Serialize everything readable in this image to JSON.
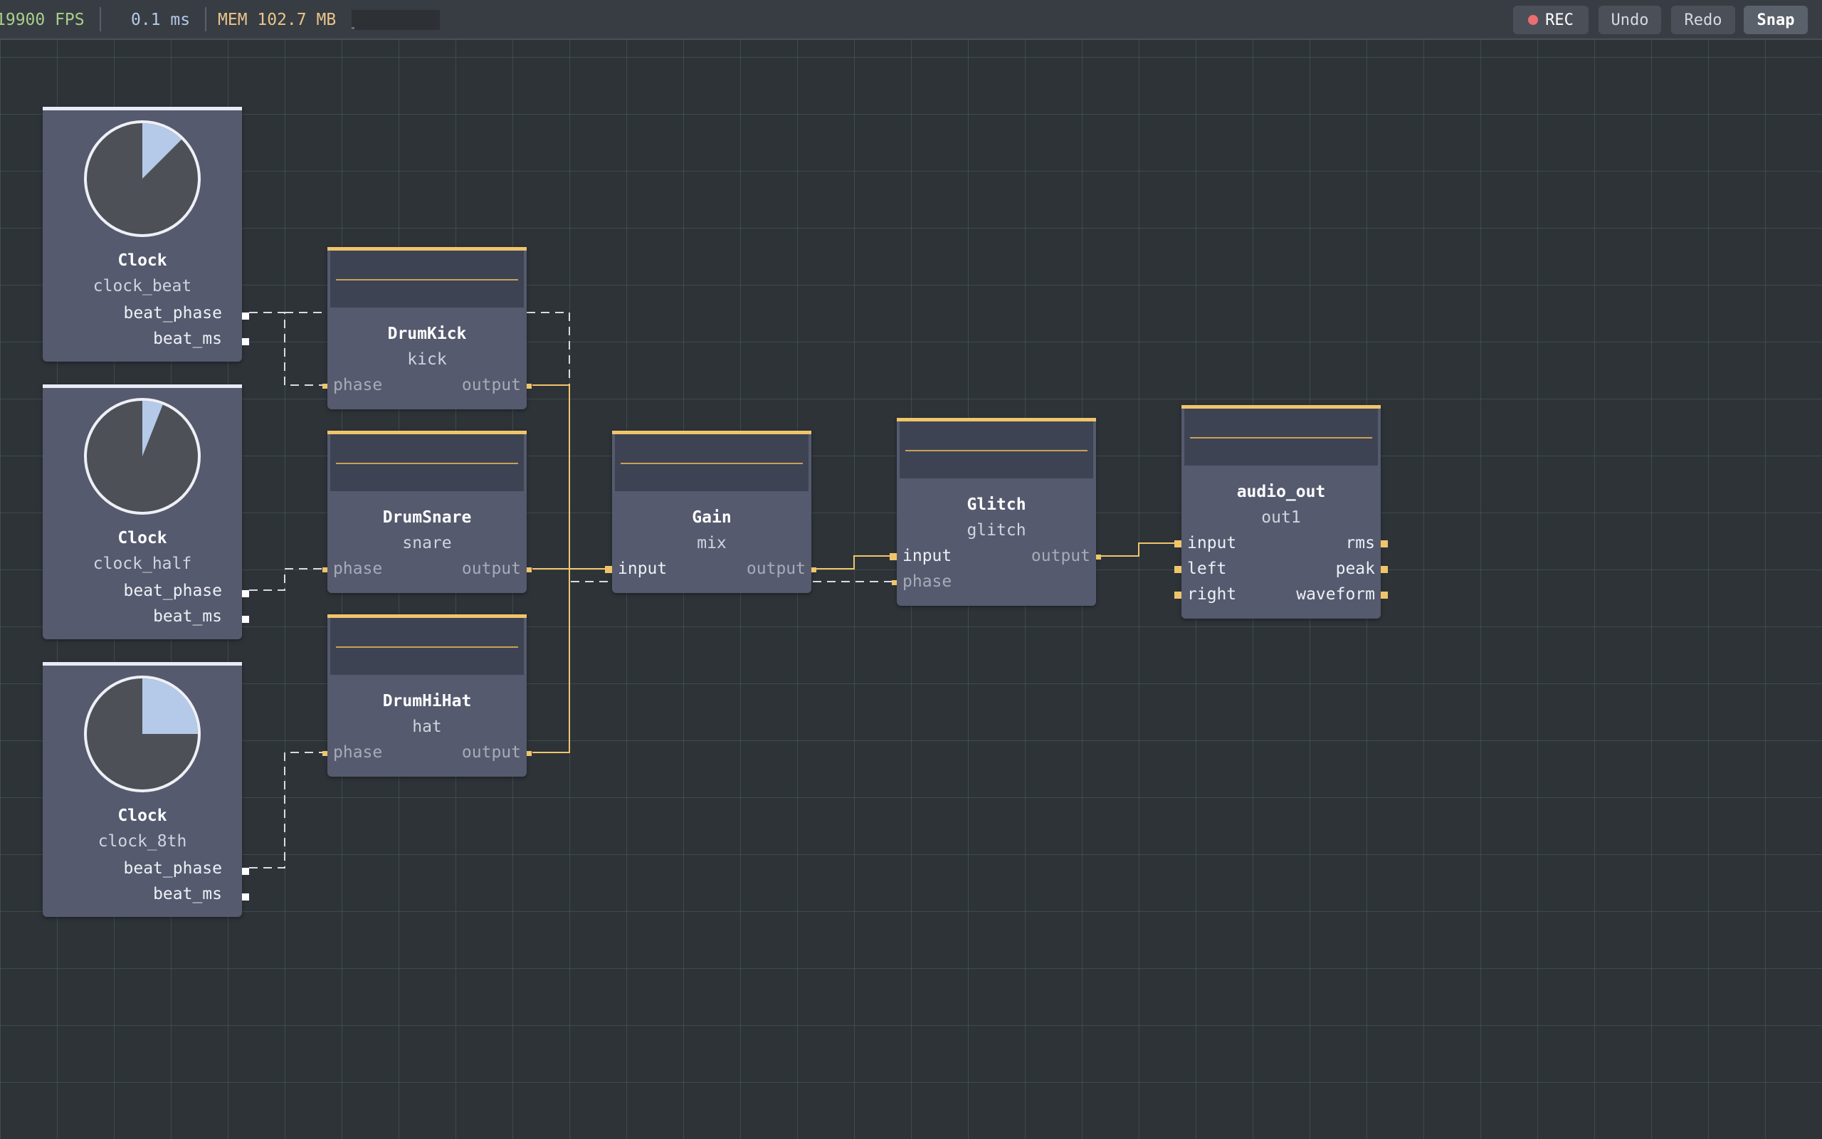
{
  "toolbar": {
    "fps": "19900 FPS",
    "frame_time": "0.1 ms",
    "memory": "MEM 102.7 MB",
    "rec_label": "REC",
    "undo_label": "Undo",
    "redo_label": "Redo",
    "snap_label": "Snap"
  },
  "colors": {
    "background": "#2e3338",
    "node": "#555a6e",
    "accent": "#f0c56a",
    "rec_dot": "#ec6d72",
    "clock_wedge": "#b5c9e8"
  },
  "nodes": {
    "clock_beat": {
      "type": "Clock",
      "name": "clock_beat",
      "out1": "beat_phase",
      "out2": "beat_ms",
      "phase": 0.125
    },
    "clock_half": {
      "type": "Clock",
      "name": "clock_half",
      "out1": "beat_phase",
      "out2": "beat_ms",
      "phase": 0.06
    },
    "clock_8th": {
      "type": "Clock",
      "name": "clock_8th",
      "out1": "beat_phase",
      "out2": "beat_ms",
      "phase": 0.25
    },
    "kick": {
      "type": "DrumKick",
      "name": "kick",
      "in1": "phase",
      "out1": "output"
    },
    "snare": {
      "type": "DrumSnare",
      "name": "snare",
      "in1": "phase",
      "out1": "output"
    },
    "hat": {
      "type": "DrumHiHat",
      "name": "hat",
      "in1": "phase",
      "out1": "output"
    },
    "mix": {
      "type": "Gain",
      "name": "mix",
      "in1": "input",
      "out1": "output"
    },
    "glitch": {
      "type": "Glitch",
      "name": "glitch",
      "in1": "input",
      "in2": "phase",
      "out1": "output"
    },
    "out1": {
      "type": "audio_out",
      "name": "out1",
      "in1": "input",
      "in2": "left",
      "in3": "right",
      "out1": "rms",
      "out2": "peak",
      "out3": "waveform"
    }
  }
}
